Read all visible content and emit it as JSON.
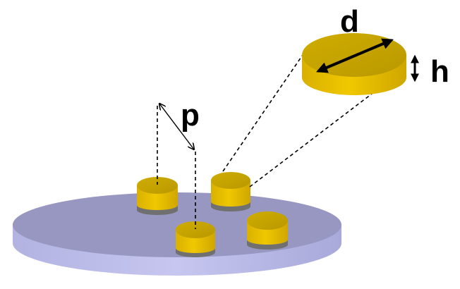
{
  "labels": {
    "d": "d",
    "h": "h",
    "p": "p"
  },
  "colors": {
    "substrate_top": "#9a9ac4",
    "substrate_side": "#b6b6e4",
    "disk_top": "#c9a800",
    "disk_side": "#e8c200",
    "disk_base": "#6e6e6e",
    "line": "#000000"
  }
}
